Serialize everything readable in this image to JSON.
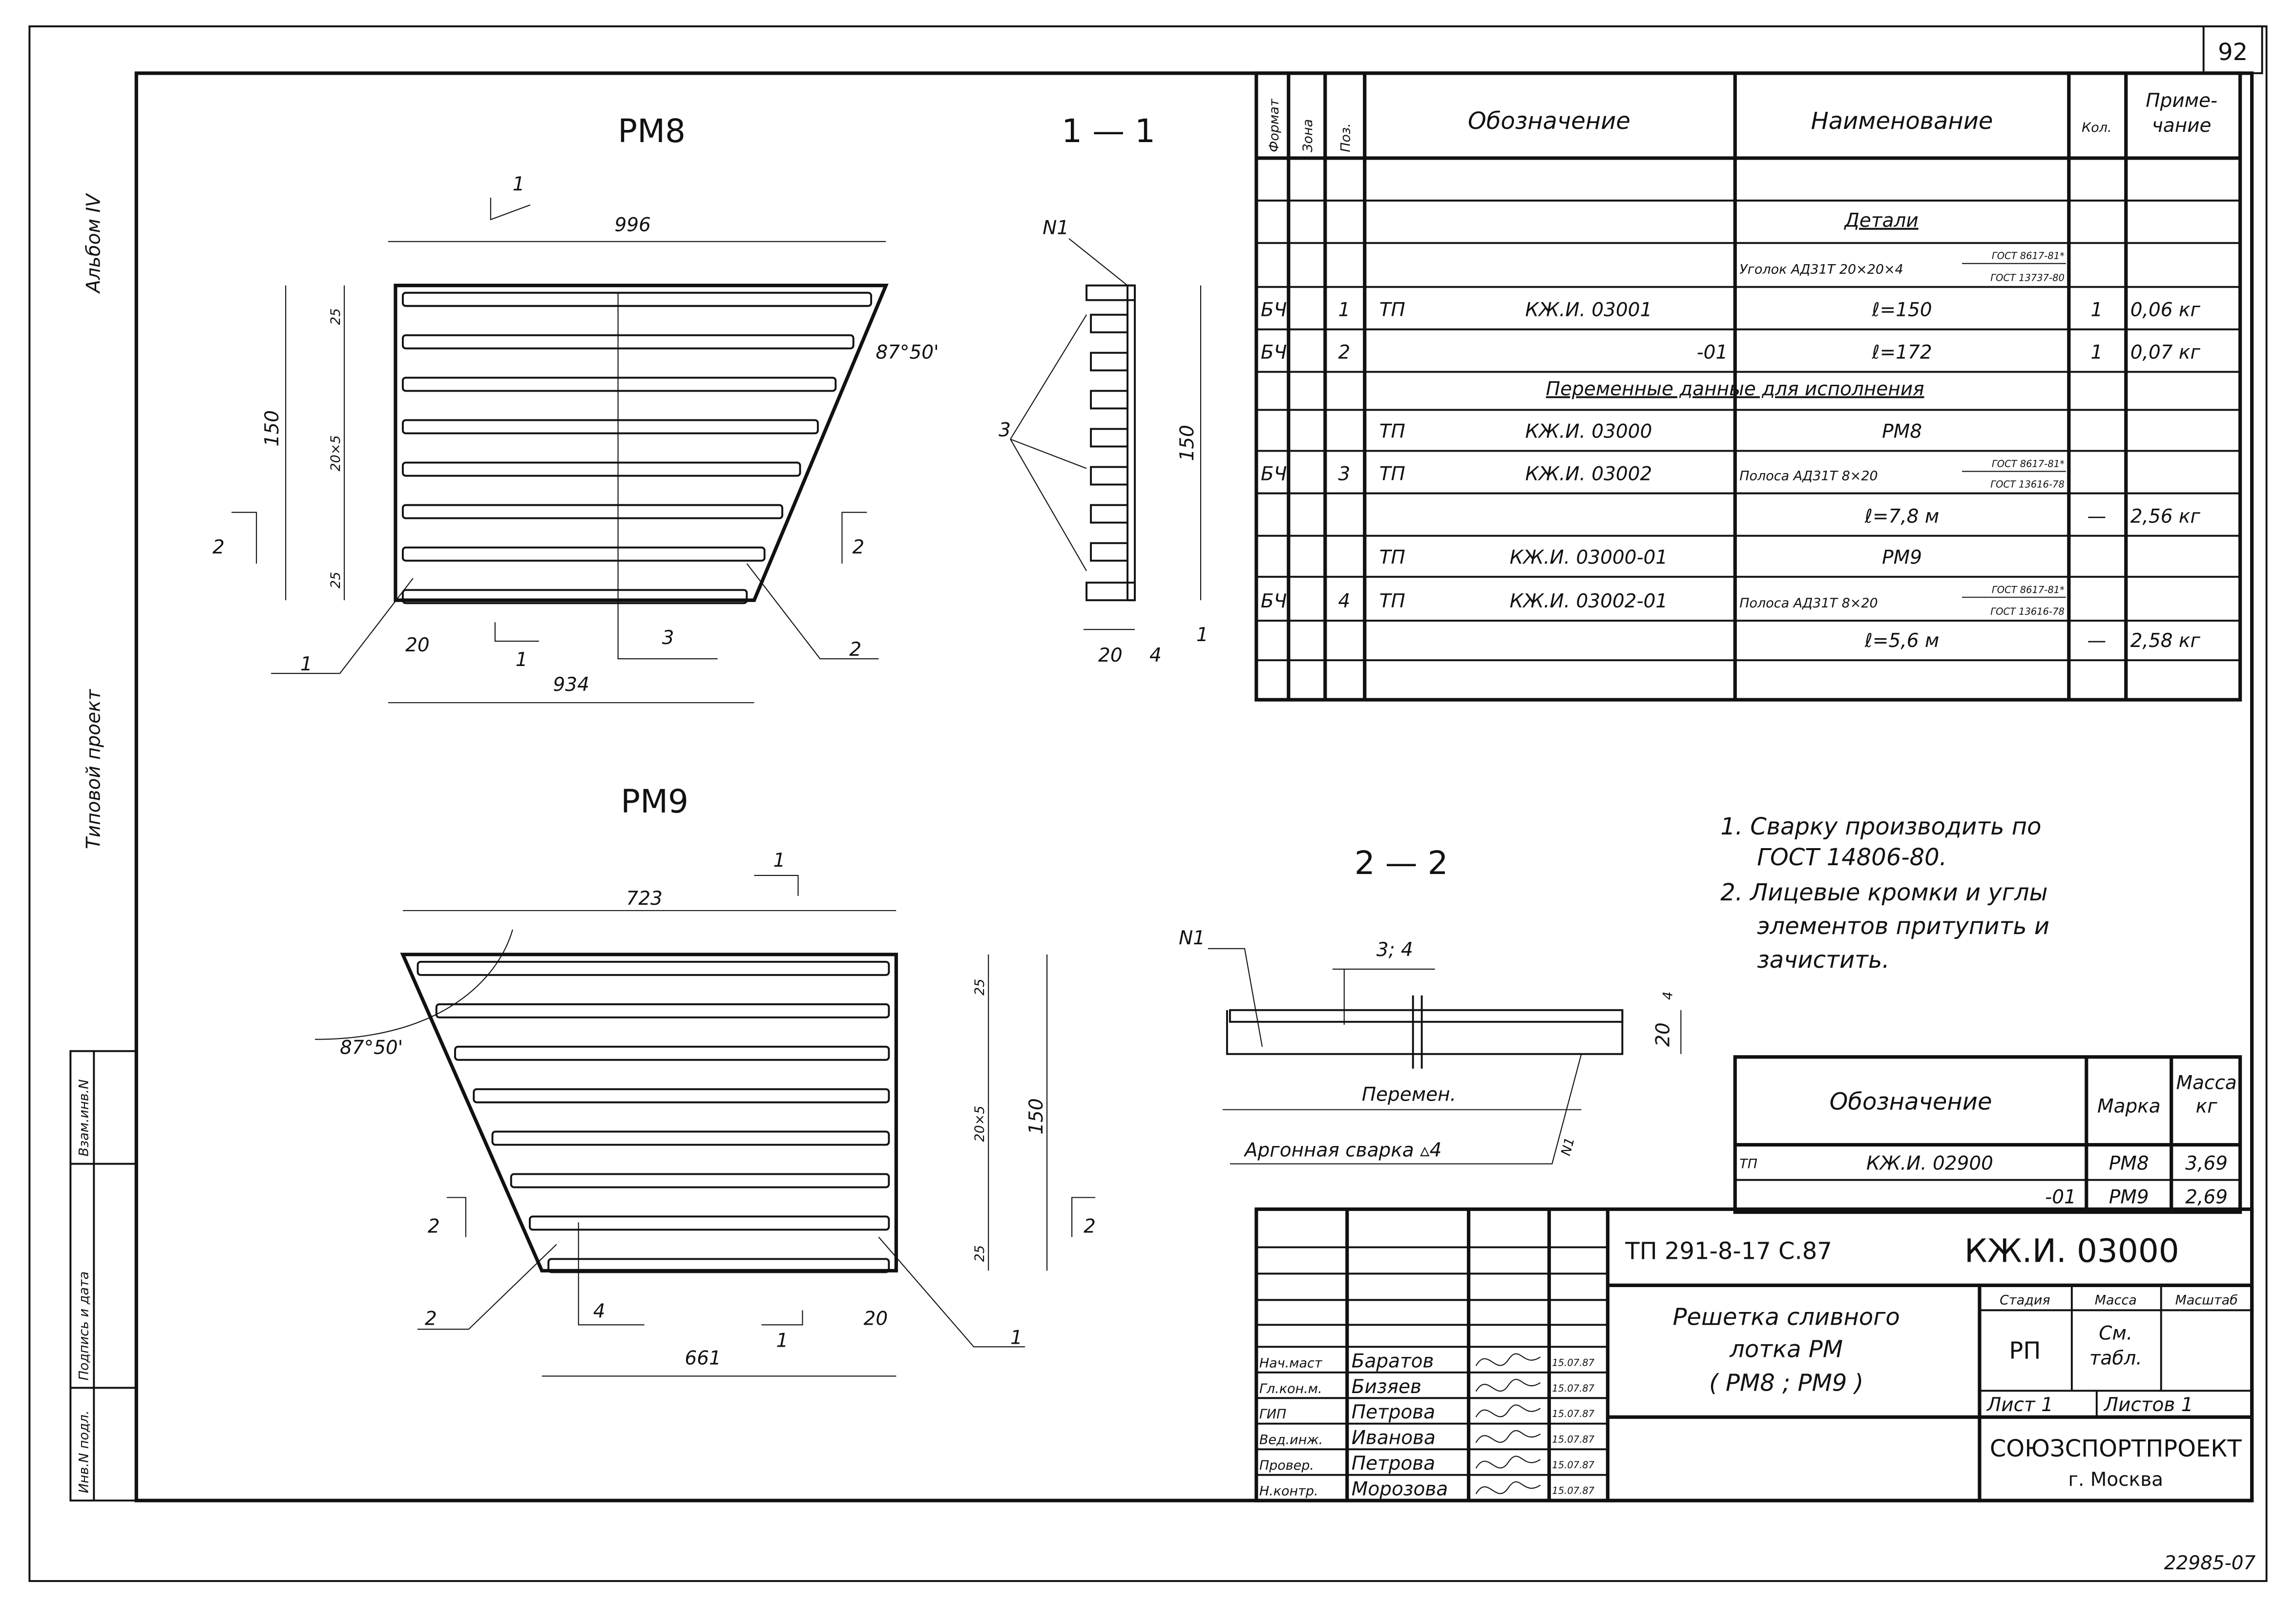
{
  "sheet": {
    "page_number": "92",
    "album": "Альбом IV",
    "project_type": "Типовой проект",
    "inventory_number": "22985-07",
    "side_stamp": [
      "Инв.N подл.",
      "Подпись и дата",
      "Взам.инв.N"
    ]
  },
  "drawings": {
    "rm8": {
      "title": "РМ8",
      "top_width": "996",
      "bottom_width": "934",
      "edge_gap": "20",
      "height": "150",
      "top_margin": "25",
      "bar_spacing": "20×5",
      "bottom_margin": "25",
      "angle": "87°50'",
      "section_1": "1",
      "section_2": "2",
      "callout_1": "1",
      "callout_2": "2",
      "callout_3": "3"
    },
    "section_1_1": {
      "title": "1 — 1",
      "weld_mark": "N1",
      "callout_3": "3",
      "height": "150",
      "width": "20",
      "thickness": "4",
      "callout_1": "1"
    },
    "rm9": {
      "title": "РМ9",
      "top_width": "723",
      "bottom_width": "661",
      "edge_gap": "20",
      "height": "150",
      "top_margin": "25",
      "bar_spacing": "20×5",
      "bottom_margin": "25",
      "angle": "87°50'",
      "section_1": "1",
      "section_2": "2",
      "callout_1": "1",
      "callout_2": "2",
      "callout_4": "4"
    },
    "section_2_2": {
      "title": "2 — 2",
      "weld_mark": "N1",
      "positions": "3; 4",
      "variable_length": "Перемен.",
      "weld_note": "Аргонная сварка ▵4",
      "weld_mark_2": "N1",
      "height": "20",
      "thickness": "4"
    }
  },
  "notes": [
    "1. Сварку производить по",
    "ГОСТ 14806-80.",
    "2. Лицевые кромки и углы",
    "элементов притупить и",
    "зачистить."
  ],
  "spec": {
    "headers": {
      "format": "Формат",
      "zone": "Зона",
      "pos": "Поз.",
      "designation": "Обозначение",
      "name": "Наименование",
      "qty": "Кол.",
      "note_1": "Приме-",
      "note_2": "чание"
    },
    "section_details": "Детали",
    "section_variable": "Переменные данные для исполнения",
    "rows": [
      {
        "format": "",
        "zone": "",
        "pos": "",
        "prefix": "",
        "code": "",
        "name": "",
        "gost_top": "",
        "gost_bottom": "",
        "qty": "",
        "note": ""
      },
      {
        "format": "",
        "zone": "",
        "pos": "",
        "prefix": "",
        "code": "",
        "name": "",
        "gost_top": "",
        "gost_bottom": "",
        "qty": "",
        "note": ""
      },
      {
        "format": "",
        "zone": "",
        "pos": "",
        "prefix": "",
        "code": "",
        "name": "Уголок АД31Т 20×20×4",
        "gost_top": "ГОСТ 8617-81*",
        "gost_bottom": "ГОСТ 13737-80",
        "qty": "",
        "note": ""
      },
      {
        "format": "БЧ",
        "zone": "",
        "pos": "1",
        "prefix": "ТП",
        "code": "КЖ.И. 03001",
        "name": "ℓ=150",
        "gost_top": "",
        "gost_bottom": "",
        "qty": "1",
        "note": "0,06 кг"
      },
      {
        "format": "БЧ",
        "zone": "",
        "pos": "2",
        "prefix": "",
        "code": "-01",
        "name": "ℓ=172",
        "gost_top": "",
        "gost_bottom": "",
        "qty": "1",
        "note": "0,07 кг"
      },
      {
        "format": "",
        "zone": "",
        "pos": "",
        "prefix": "",
        "code": "",
        "name": "",
        "gost_top": "",
        "gost_bottom": "",
        "qty": "",
        "note": ""
      },
      {
        "format": "",
        "zone": "",
        "pos": "",
        "prefix": "ТП",
        "code": "КЖ.И. 03000",
        "name": "РМ8",
        "gost_top": "",
        "gost_bottom": "",
        "qty": "",
        "note": ""
      },
      {
        "format": "БЧ",
        "zone": "",
        "pos": "3",
        "prefix": "ТП",
        "code": "КЖ.И. 03002",
        "name": "Полоса АД31Т 8×20",
        "gost_top": "ГОСТ 8617-81*",
        "gost_bottom": "ГОСТ 13616-78",
        "qty": "",
        "note": ""
      },
      {
        "format": "",
        "zone": "",
        "pos": "",
        "prefix": "",
        "code": "",
        "name": "ℓ=7,8 м",
        "gost_top": "",
        "gost_bottom": "",
        "qty": "—",
        "note": "2,56 кг"
      },
      {
        "format": "",
        "zone": "",
        "pos": "",
        "prefix": "ТП",
        "code": "КЖ.И. 03000-01",
        "name": "РМ9",
        "gost_top": "",
        "gost_bottom": "",
        "qty": "",
        "note": ""
      },
      {
        "format": "БЧ",
        "zone": "",
        "pos": "4",
        "prefix": "ТП",
        "code": "КЖ.И. 03002-01",
        "name": "Полоса АД31Т 8×20",
        "gost_top": "ГОСТ 8617-81*",
        "gost_bottom": "ГОСТ 13616-78",
        "qty": "",
        "note": ""
      },
      {
        "format": "",
        "zone": "",
        "pos": "",
        "prefix": "",
        "code": "",
        "name": "ℓ=5,6 м",
        "gost_top": "",
        "gost_bottom": "",
        "qty": "—",
        "note": "2,58 кг"
      },
      {
        "format": "",
        "zone": "",
        "pos": "",
        "prefix": "",
        "code": "",
        "name": "",
        "gost_top": "",
        "gost_bottom": "",
        "qty": "",
        "note": ""
      }
    ]
  },
  "mass_table": {
    "headers": {
      "designation": "Обозначение",
      "mark": "Марка",
      "mass_1": "Масса",
      "mass_2": "кг"
    },
    "rows": [
      {
        "prefix": "ТП",
        "code": "КЖ.И. 02900",
        "mark": "РМ8",
        "mass": "3,69"
      },
      {
        "prefix": "",
        "code": "-01",
        "mark": "РМ9",
        "mass": "2,69"
      }
    ]
  },
  "title_block": {
    "project_code": "ТП 291-8-17 С.87",
    "doc_code": "КЖ.И. 03000",
    "title_lines": [
      "Решетка сливного",
      "лотка РМ",
      "( РМ8 ; РМ9 )"
    ],
    "stage_label": "Стадия",
    "mass_label": "Масса",
    "scale_label": "Масштаб",
    "stage": "РП",
    "mass_1": "См.",
    "mass_2": "табл.",
    "sheet": "Лист 1",
    "sheets": "Листов 1",
    "organization": "СОЮЗСПОРТПРОЕКТ",
    "city": "г. Москва",
    "signers": [
      {
        "role": "Нач.маст",
        "name": "Баратов",
        "date": "15.07.87"
      },
      {
        "role": "Гл.кон.м.",
        "name": "Бизяев",
        "date": "15.07.87"
      },
      {
        "role": "ГИП",
        "name": "Петрова",
        "date": "15.07.87"
      },
      {
        "role": "Вед.инж.",
        "name": "Иванова",
        "date": "15.07.87"
      },
      {
        "role": "Провер.",
        "name": "Петрова",
        "date": "15.07.87"
      },
      {
        "role": "Н.контр.",
        "name": "Морозова",
        "date": "15.07.87"
      }
    ]
  }
}
